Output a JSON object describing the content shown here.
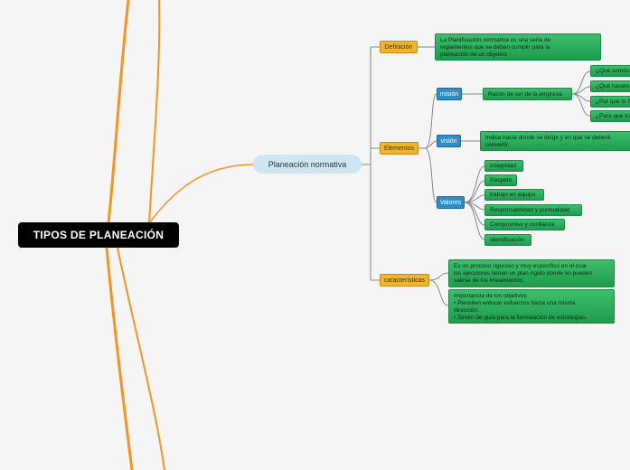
{
  "root": {
    "label": "TIPOS DE PLANEACIÓN"
  },
  "main": {
    "label": "Planeación normativa"
  },
  "definicion": {
    "label": "Definición",
    "text": "La Planificación normativa es una serie de reglamentos que se deben cumplir para la planeación de un objetivo",
    "lines": [
      "La Planificación normativa es una serie de",
      "reglamentos que se deben cumplir para la",
      "planeación de un objetivo"
    ]
  },
  "elementos": {
    "label": "Elementos",
    "mision": {
      "label": "misión",
      "razon": "Razón de ser de la empresa",
      "questions": [
        "¿Qué somos?",
        "¿Qué hacemos?",
        "¿Por qué lo hacemos?",
        "¿Para qué trabajamos?"
      ]
    },
    "vision": {
      "label": "visión",
      "lines": [
        "Indica hacia donde se dirige y en que se deberá",
        "convertir."
      ]
    },
    "valores": {
      "label": "Valores",
      "items": [
        "Integridad",
        "Respeto",
        "trabajo en equipo",
        "Responsabilidad y puntualidad",
        "Compromiso y confianza",
        "Identificación"
      ]
    }
  },
  "caracteristicas": {
    "label": "características",
    "item1": [
      "Es un proceso riguroso y muy específico en el cual",
      "los ejecutores tienen un plan rígido donde no pueden",
      "salirse de los lineamientos."
    ],
    "item2": [
      "Importancia de los objetivos",
      "• Permiten enfocar esfuerzos hacia una misma",
      "dirección.",
      "• Sirven de guía para la formulación de estrategias."
    ]
  },
  "colors": {
    "branch": "#f7931e",
    "connector": "#888888",
    "definition_box": "#2aa65a",
    "element_box": "#f0b52e",
    "sub_box": "#2d8ec6"
  }
}
